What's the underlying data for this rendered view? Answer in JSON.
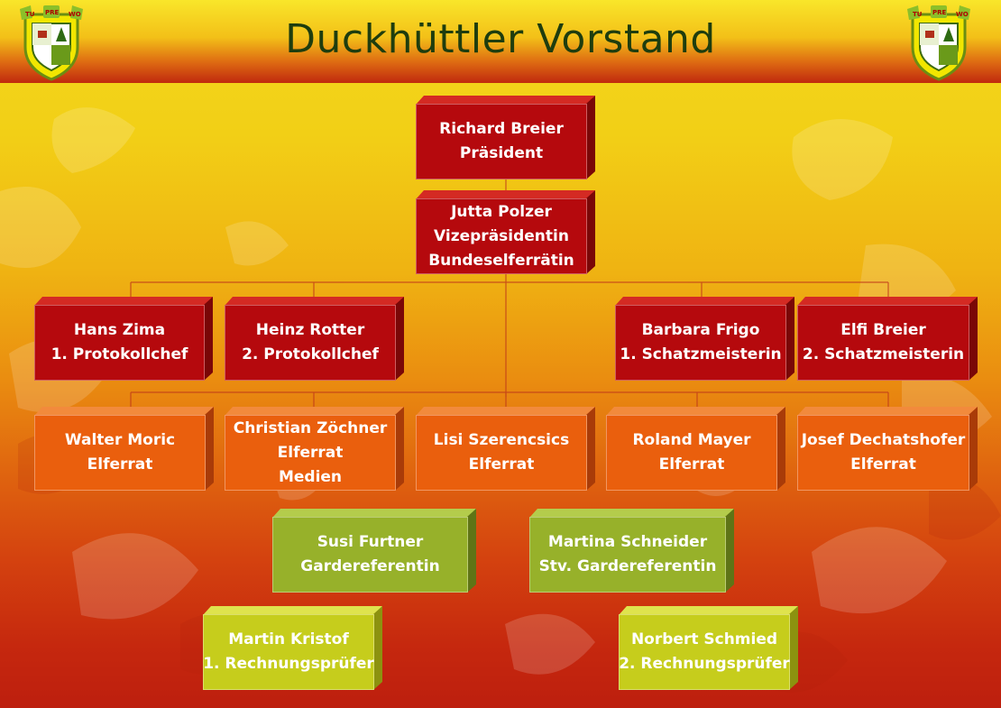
{
  "title": "Duckhüttler Vorstand",
  "logo": {
    "top_left": "TU",
    "top_mid": "PRE",
    "top_right": "WO"
  },
  "colors": {
    "red": "#b5090d",
    "orange": "#ea5f0d",
    "green": "#97b12a",
    "lime": "#c6cd1c",
    "title": "#1e3d0e"
  },
  "org": {
    "president": {
      "name": "Richard Breier",
      "role": "Präsident"
    },
    "vice": {
      "name": "Jutta Polzer",
      "role": "Vizepräsidentin",
      "role2": "Bundeselferrätin"
    },
    "protocol1": {
      "name": "Hans Zima",
      "role": "1. Protokollchef"
    },
    "protocol2": {
      "name": "Heinz Rotter",
      "role": "2. Protokollchef"
    },
    "treasurer1": {
      "name": "Barbara Frigo",
      "role": "1. Schatzmeisterin"
    },
    "treasurer2": {
      "name": "Elfi Breier",
      "role": "2. Schatzmeisterin"
    },
    "council": [
      {
        "name": "Walter Moric",
        "role": "Elferrat"
      },
      {
        "name": "Christian Zöchner",
        "role": "Elferrat",
        "role2": "Medien"
      },
      {
        "name": "Lisi Szerencsics",
        "role": "Elferrat"
      },
      {
        "name": "Roland Mayer",
        "role": "Elferrat"
      },
      {
        "name": "Josef Dechatshofer",
        "role": "Elferrat"
      }
    ],
    "guard1": {
      "name": "Susi Furtner",
      "role": "Gardereferentin"
    },
    "guard2": {
      "name": "Martina Schneider",
      "role": "Stv. Gardereferentin"
    },
    "auditor1": {
      "name": "Martin Kristof",
      "role": "1. Rechnungsprüfer"
    },
    "auditor2": {
      "name": "Norbert Schmied",
      "role": "2. Rechnungsprüfer"
    }
  }
}
